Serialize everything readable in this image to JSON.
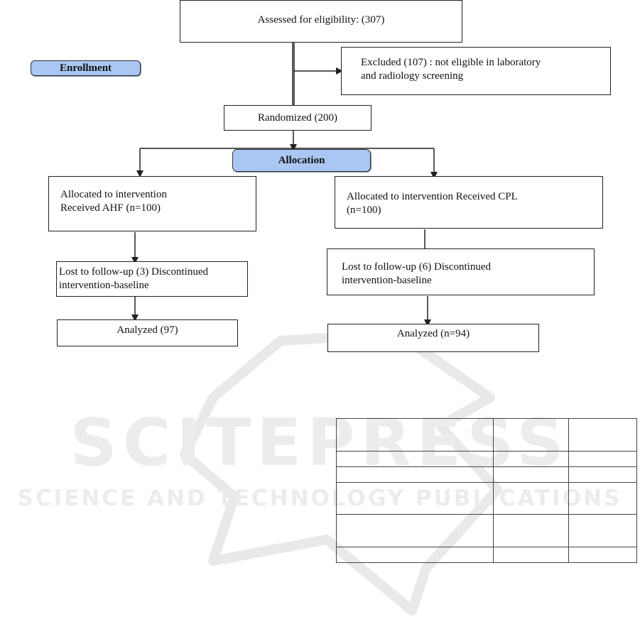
{
  "flowchart": {
    "assessed": "Assessed for eligibility:  (307)",
    "enrollment": "Enrollment",
    "excluded_line1": "Excluded (107) : not eligible in laboratory",
    "excluded_line2": "and radiology screening",
    "randomized": "Randomized (200)",
    "allocation": "Allocation",
    "left": {
      "allocated_line1": "Allocated to intervention",
      "allocated_line2": "Received AHF (n=100)",
      "lost_line1": "Lost to follow-up (3) Discontinued",
      "lost_line2": "intervention-baseline",
      "analyzed": "Analyzed (97)"
    },
    "right": {
      "allocated_line1": "Allocated to intervention Received CPL",
      "allocated_line2": "(n=100)",
      "lost_line1": "Lost to follow-up (6) Discontinued",
      "lost_line2": "intervention-baseline",
      "analyzed": "Analyzed (n=94)"
    }
  },
  "colors": {
    "pill_fill": "#a9c7f2",
    "line": "#222222",
    "watermark": "#e6e6e6"
  }
}
